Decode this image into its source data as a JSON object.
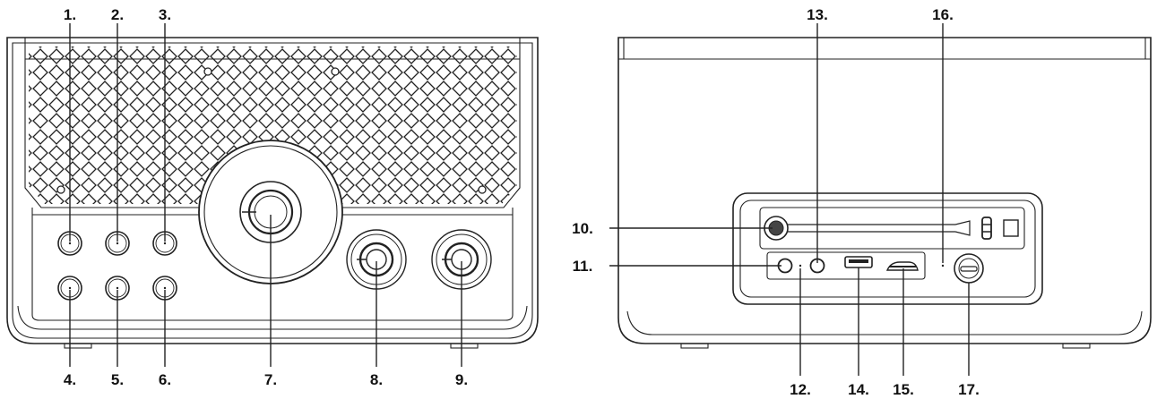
{
  "front_view": {
    "callouts": [
      {
        "id": "1",
        "text": "1."
      },
      {
        "id": "2",
        "text": "2."
      },
      {
        "id": "3",
        "text": "3."
      },
      {
        "id": "4",
        "text": "4."
      },
      {
        "id": "5",
        "text": "5."
      },
      {
        "id": "6",
        "text": "6."
      },
      {
        "id": "7",
        "text": "7."
      },
      {
        "id": "8",
        "text": "8."
      },
      {
        "id": "9",
        "text": "9."
      }
    ]
  },
  "back_view": {
    "callouts": [
      {
        "id": "10",
        "text": "10."
      },
      {
        "id": "11",
        "text": "11."
      },
      {
        "id": "12",
        "text": "12."
      },
      {
        "id": "13",
        "text": "13."
      },
      {
        "id": "14",
        "text": "14."
      },
      {
        "id": "15",
        "text": "15."
      },
      {
        "id": "16",
        "text": "16."
      },
      {
        "id": "17",
        "text": "17."
      }
    ]
  }
}
